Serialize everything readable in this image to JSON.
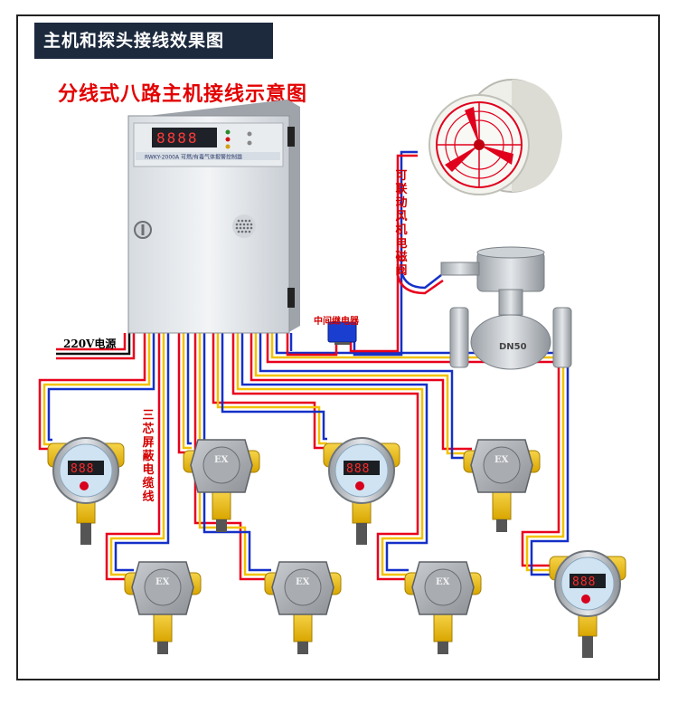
{
  "header": {
    "title": "主机和探头接线效果图"
  },
  "diagram": {
    "title": "分线式八路主机接线示意图",
    "fan_valve_label": "可联动风机电磁阀",
    "relay_label": "中间继电器",
    "power_label": "220V电源",
    "cable_label": "三芯屏蔽电缆线"
  },
  "controller": {
    "model_text": "RWKY-2000A 可燃/有毒气体报警控制器",
    "display_value": "8888"
  },
  "valve": {
    "body_text": "DN50"
  },
  "detectors": [
    {
      "type": "digital",
      "display": "888",
      "ex_mark": ""
    },
    {
      "type": "ex",
      "display": "",
      "ex_mark": "EX"
    },
    {
      "type": "digital",
      "display": "888",
      "ex_mark": ""
    },
    {
      "type": "ex",
      "display": "",
      "ex_mark": "EX"
    },
    {
      "type": "ex",
      "display": "",
      "ex_mark": "EX"
    },
    {
      "type": "ex",
      "display": "",
      "ex_mark": "EX"
    },
    {
      "type": "ex",
      "display": "",
      "ex_mark": "EX"
    },
    {
      "type": "digital",
      "display": "888",
      "ex_mark": ""
    }
  ],
  "colors": {
    "wire_red": "#e8001c",
    "wire_yellow": "#f2c200",
    "wire_blue": "#1530c8",
    "header_bg": "#1d2a3e",
    "title_red": "#e30000"
  }
}
